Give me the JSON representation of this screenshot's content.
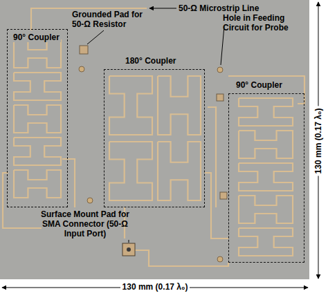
{
  "diagram": {
    "nodes": [
      {
        "text": [
          "90° Coupler"
        ]
      },
      {
        "text": [
          "180° Coupler"
        ]
      },
      {
        "text": [
          "90° Coupler"
        ]
      }
    ],
    "labels": [
      "Grounded Pad for 50-Ω Resistor",
      "50-Ω Microstrip Line",
      "Hole in Feeding Circuit for Probe",
      "Surface Mount Pad for SMA Connector (50-Ω Input Port)",
      "130 mm (0.17 λ₀)",
      "130 mm (0.17 λ₀)"
    ]
  }
}
